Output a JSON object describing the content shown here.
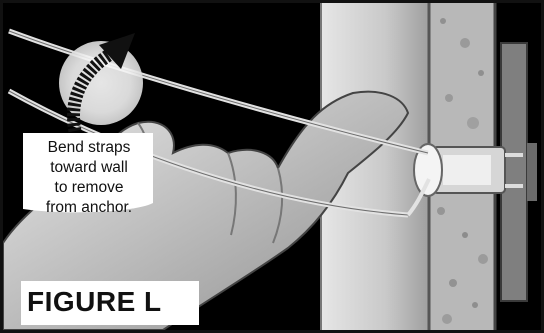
{
  "figure": {
    "caption_lines": [
      "Bend straps",
      "toward wall",
      "to remove",
      "from anchor."
    ],
    "label": "FIGURE L"
  },
  "colors": {
    "background": "#000000",
    "wall": "#c9c9c9",
    "insulation": "#b3b3b3",
    "hand": "#bdbdbd",
    "bracket": "#8a8a8a",
    "strap": "#d9d9d9"
  },
  "icons": {
    "arrow": "curved-bend-arrow-icon"
  }
}
